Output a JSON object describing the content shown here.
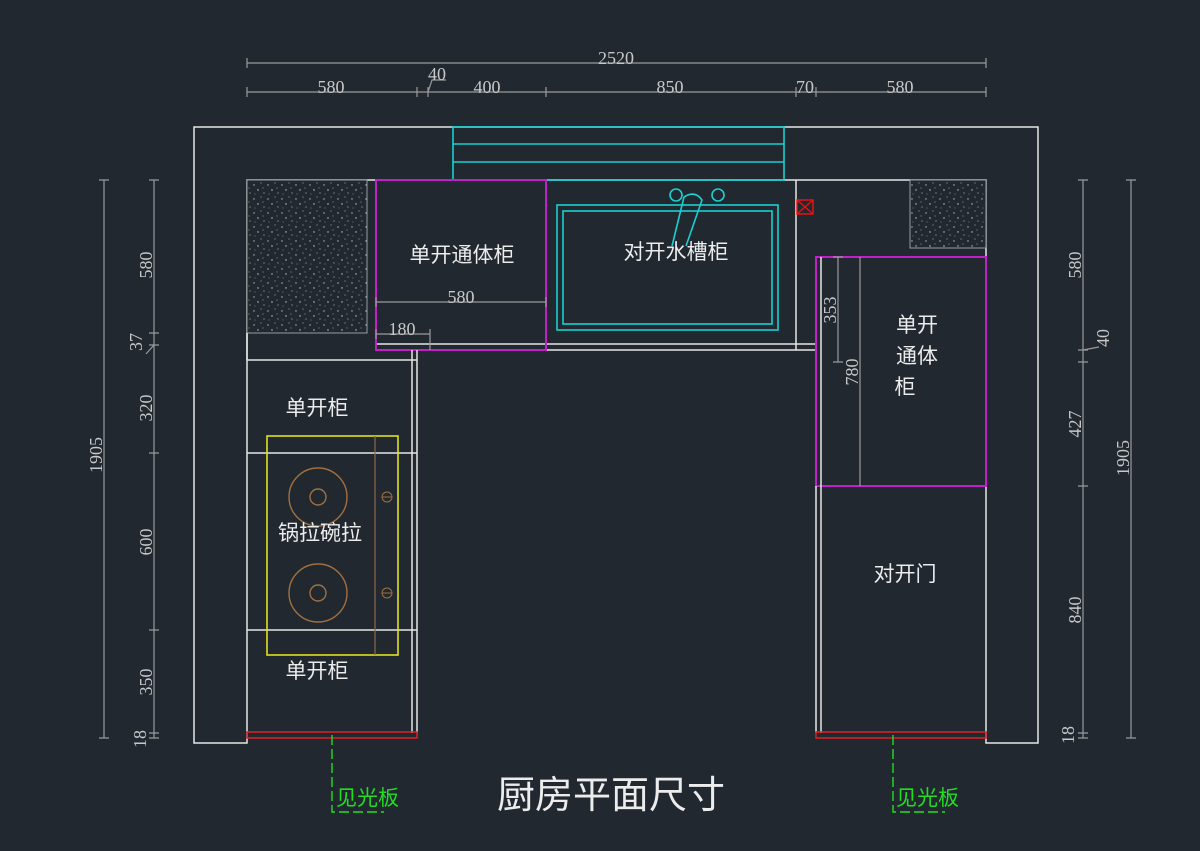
{
  "title": "厨房平面尺寸",
  "colors": {
    "background": "#212830",
    "wall": "#e6e6e6",
    "window": "#19d0d0",
    "cabinet_outline": "#c020c8",
    "cooktop": "#e0e020",
    "finish_panel": "#dd2222",
    "leader": "#22dd22"
  },
  "top_dims": {
    "total": "2520",
    "segments": [
      "580",
      "40",
      "400",
      "850",
      "70",
      "580"
    ]
  },
  "left_dims": {
    "total": "1905",
    "segments": [
      "580",
      "37",
      "320",
      "600",
      "350",
      "18"
    ]
  },
  "right_dims": {
    "total": "1905",
    "segments": [
      "580",
      "40",
      "427",
      "840",
      "18"
    ]
  },
  "inner_dims": {
    "cabinet_width": "580",
    "offset": "180",
    "right_upper": "353",
    "right_cabinet": "780"
  },
  "labels": {
    "top_left_cabinet": "单开通体柜",
    "sink_cabinet": "对开水槽柜",
    "right_cabinet_lines": [
      "单开",
      "通体",
      "柜"
    ],
    "right_lower": "对开门",
    "left_upper": "单开柜",
    "cooktop": "锅拉碗拉",
    "left_lower": "单开柜",
    "finish_panel_left": "见光板",
    "finish_panel_right": "见光板"
  }
}
